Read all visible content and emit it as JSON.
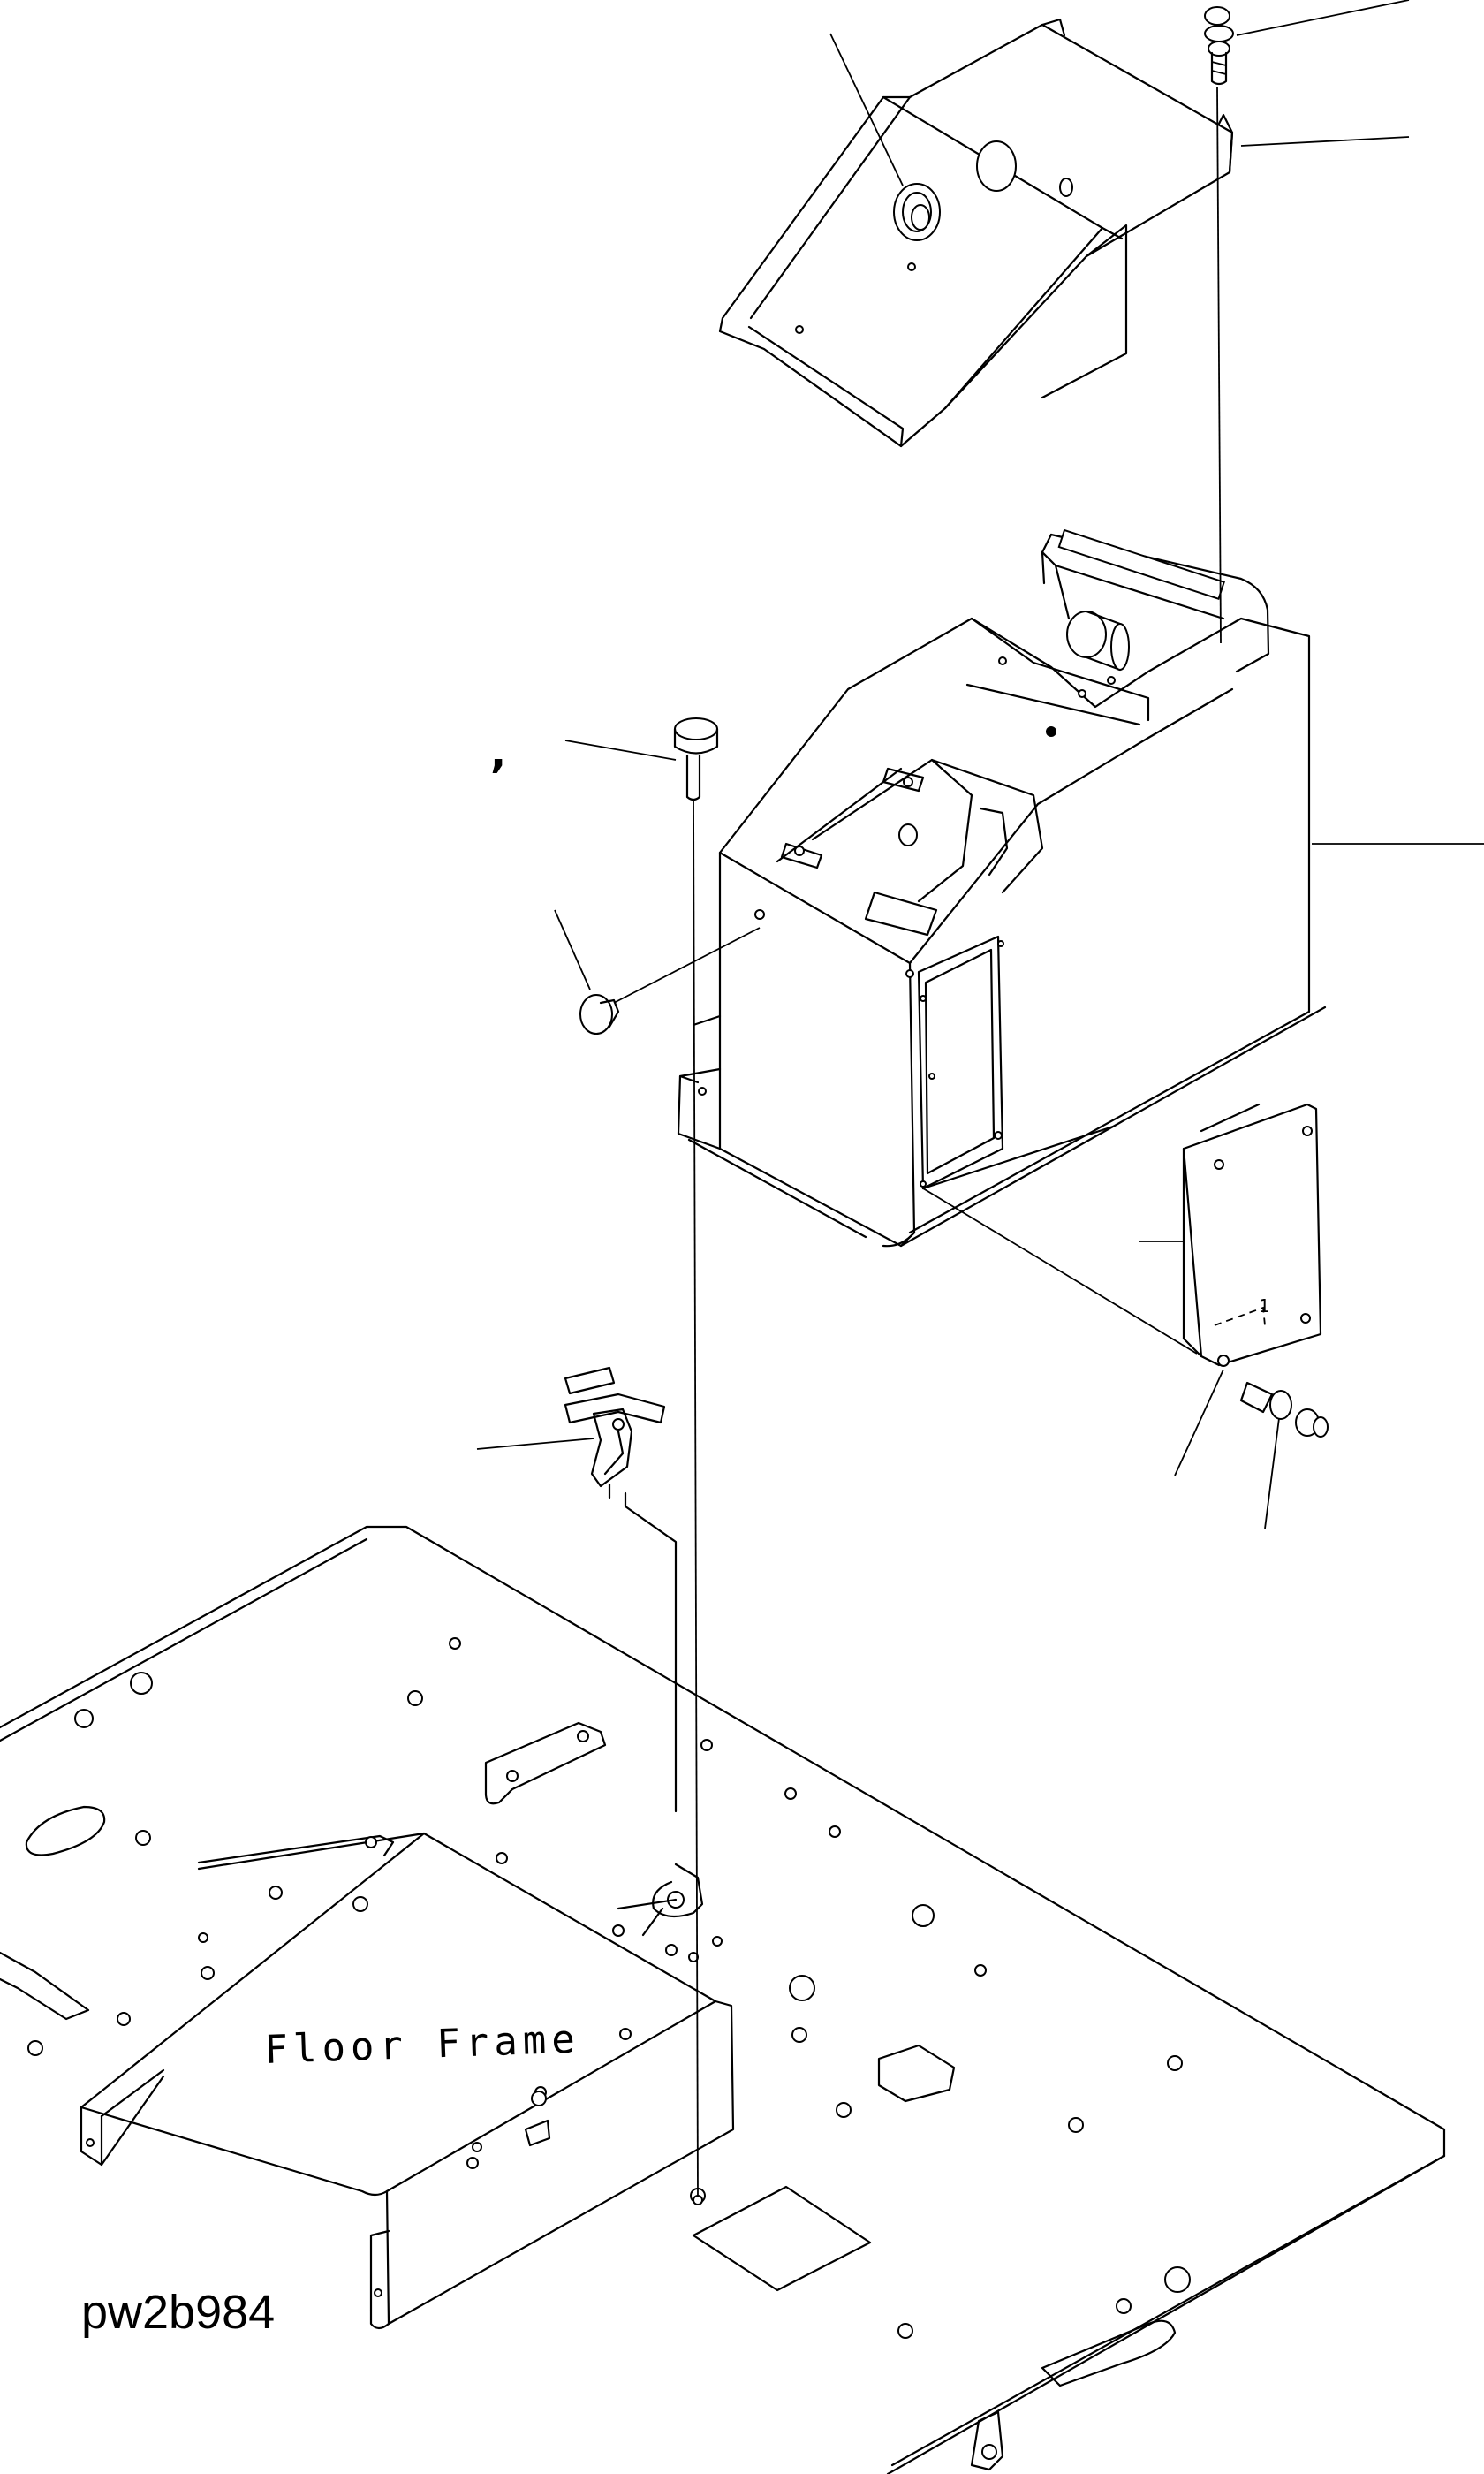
{
  "diagram": {
    "labels": {
      "floor_frame": "Floor Frame",
      "figure_id": "pw2b984",
      "comma_mark": ",",
      "tag_number": "1"
    }
  }
}
